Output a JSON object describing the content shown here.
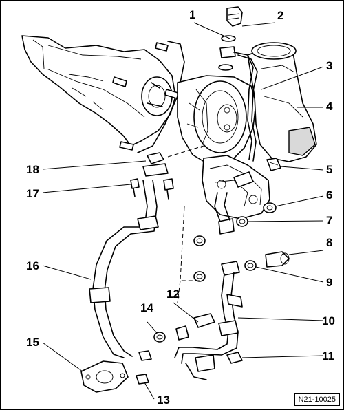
{
  "callouts": [
    {
      "id": "1",
      "label": "1"
    },
    {
      "id": "2",
      "label": "2"
    },
    {
      "id": "3",
      "label": "3"
    },
    {
      "id": "4",
      "label": "4"
    },
    {
      "id": "5",
      "label": "5"
    },
    {
      "id": "6",
      "label": "6"
    },
    {
      "id": "7",
      "label": "7"
    },
    {
      "id": "8",
      "label": "8"
    },
    {
      "id": "9",
      "label": "9"
    },
    {
      "id": "10",
      "label": "10"
    },
    {
      "id": "11",
      "label": "11"
    },
    {
      "id": "12",
      "label": "12"
    },
    {
      "id": "13",
      "label": "13"
    },
    {
      "id": "14",
      "label": "14"
    },
    {
      "id": "15",
      "label": "15"
    },
    {
      "id": "16",
      "label": "16"
    },
    {
      "id": "17",
      "label": "17"
    },
    {
      "id": "18",
      "label": "18"
    }
  ],
  "reference_code": "N21-10025"
}
